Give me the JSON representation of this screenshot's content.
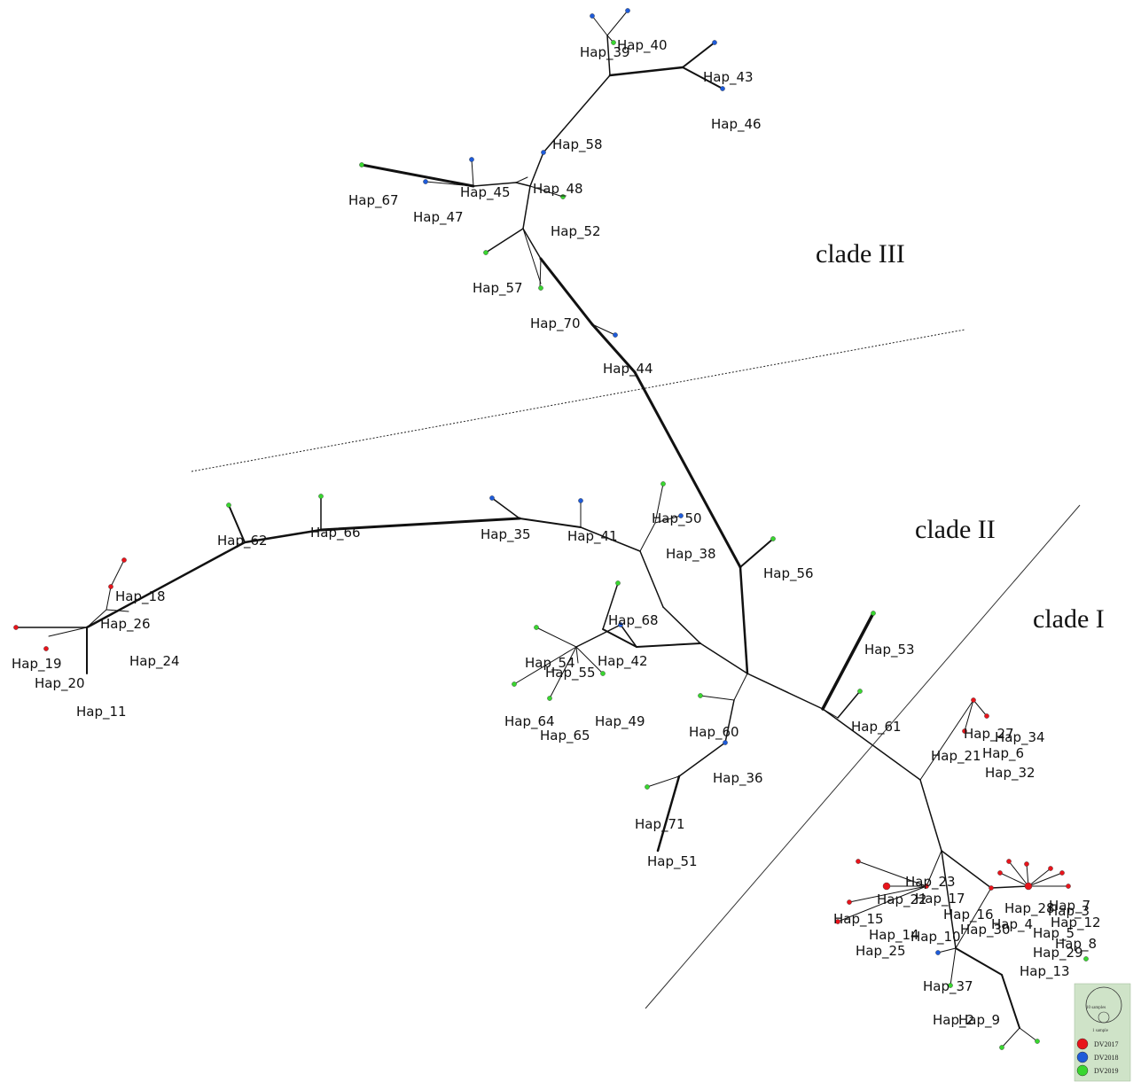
{
  "diagram": {
    "type": "haplotype-network",
    "clades": [
      "clade III",
      "clade II",
      "clade I"
    ],
    "haplotypes": [
      "Hap_40",
      "Hap_39",
      "Hap_43",
      "Hap_46",
      "Hap_58",
      "Hap_48",
      "Hap_45",
      "Hap_67",
      "Hap_47",
      "Hap_52",
      "Hap_57",
      "Hap_70",
      "Hap_44",
      "Hap_62",
      "Hap_66",
      "Hap_35",
      "Hap_41",
      "Hap_50",
      "Hap_38",
      "Hap_56",
      "Hap_18",
      "Hap_26",
      "Hap_19",
      "Hap_24",
      "Hap_20",
      "Hap_11",
      "Hap_68",
      "Hap_53",
      "Hap_54",
      "Hap_42",
      "Hap_55",
      "Hap_64",
      "Hap_49",
      "Hap_65",
      "Hap_60",
      "Hap_61",
      "Hap_27",
      "Hap_34",
      "Hap_21",
      "Hap_6",
      "Hap_32",
      "Hap_36",
      "Hap_71",
      "Hap_51",
      "Hap_23",
      "Hap_22",
      "Hap_17",
      "Hap_7",
      "Hap_16",
      "Hap_28",
      "Hap_3",
      "Hap_15",
      "Hap_4",
      "Hap_12",
      "Hap_14",
      "Hap_10",
      "Hap_30",
      "Hap_5",
      "Hap_8",
      "Hap_25",
      "Hap_29",
      "Hap_13",
      "Hap_37",
      "Hap_2",
      "Hap_9"
    ],
    "legend": {
      "size_labels": [
        "10 samples",
        "1 sample"
      ],
      "entries": [
        {
          "label": "DV2017",
          "color": "#e8141b"
        },
        {
          "label": "DV2018",
          "color": "#1e5bd9"
        },
        {
          "label": "DV2019",
          "color": "#39d630"
        }
      ],
      "background": "#cfe3c8"
    }
  }
}
